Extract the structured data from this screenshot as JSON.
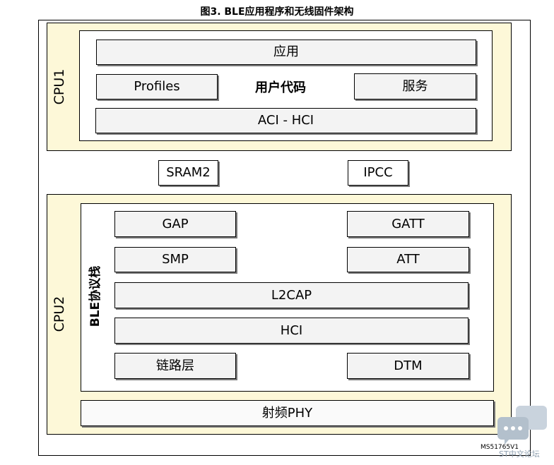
{
  "figure": {
    "title": "图3. BLE应用程序和无线固件架构",
    "reference": "MS51765V1"
  },
  "cpu1": {
    "label": "CPU1",
    "app_label": "应用",
    "profiles_label": "Profiles",
    "user_code_label": "用户代码",
    "services_label": "服务",
    "aci_hci_label": "ACI - HCI"
  },
  "shared": {
    "sram2_label": "SRAM2",
    "ipcc_label": "IPCC"
  },
  "cpu2": {
    "label": "CPU2",
    "stack_label": "BLE协议栈",
    "gap_label": "GAP",
    "gatt_label": "GATT",
    "smp_label": "SMP",
    "att_label": "ATT",
    "l2cap_label": "L2CAP",
    "hci_label": "HCI",
    "link_layer_label": "链路层",
    "dtm_label": "DTM",
    "phy_label": "射频PHY"
  },
  "watermark": {
    "text": "ST中文论坛",
    "icon": "chat-bubble-icon"
  },
  "colors": {
    "cpu_fill": "#fdf8d8",
    "box_fill": "#f3f3f3",
    "shadow": "#7a7a7a",
    "watermark": "#8fa0b0"
  }
}
